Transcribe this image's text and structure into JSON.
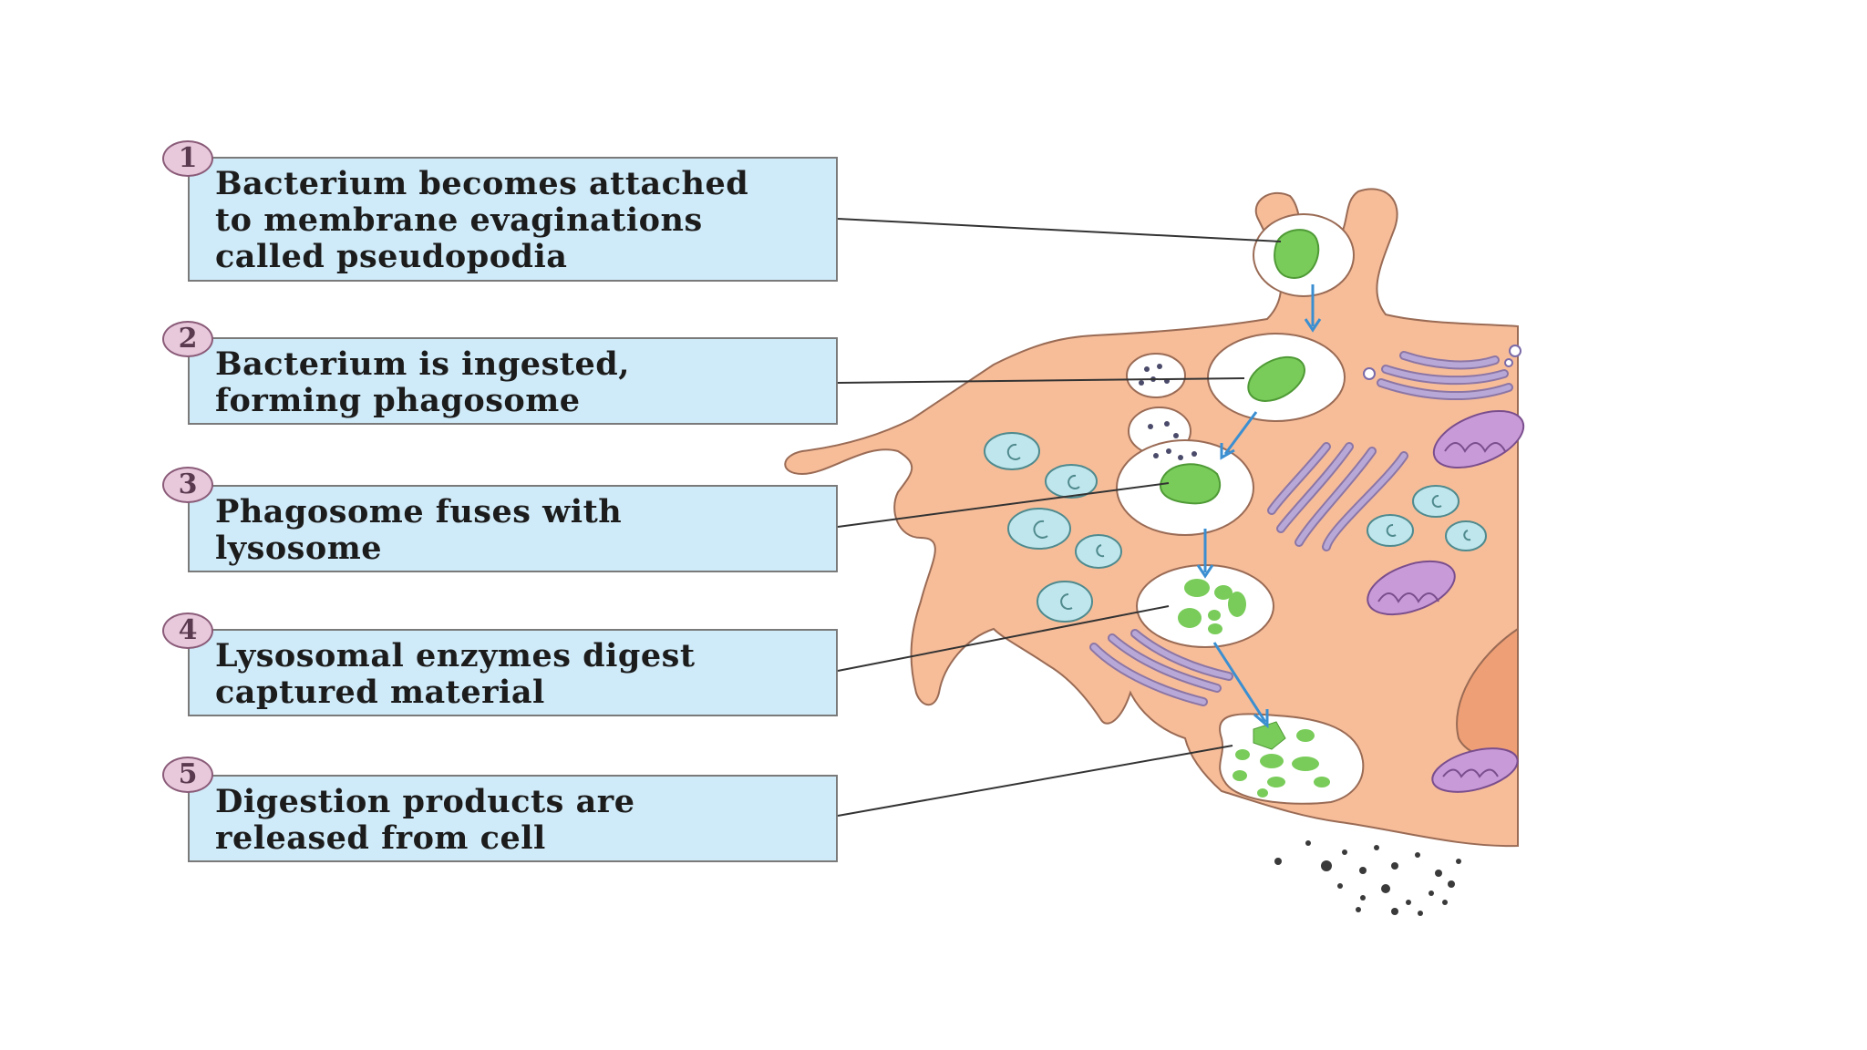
{
  "colors": {
    "box_fill": "#cfeaf8",
    "cell_fill": "#f7bd99",
    "cell_stroke": "#9a6b55",
    "bacterium": "#79cc5a",
    "arrow": "#3b8fd1",
    "mitochondria": "#c99ad8",
    "golgi": "#b7a8d8",
    "vesicle": "#bfe6ec"
  },
  "steps": [
    {
      "number": "1",
      "text": "Bacterium becomes attached\nto membrane evaginations\ncalled pseudopodia"
    },
    {
      "number": "2",
      "text": "Bacterium is ingested,\nforming phagosome"
    },
    {
      "number": "3",
      "text": "Phagosome fuses with\nlysosome"
    },
    {
      "number": "4",
      "text": "Lysosomal enzymes digest\ncaptured material"
    },
    {
      "number": "5",
      "text": "Digestion products are\nreleased from cell"
    }
  ]
}
